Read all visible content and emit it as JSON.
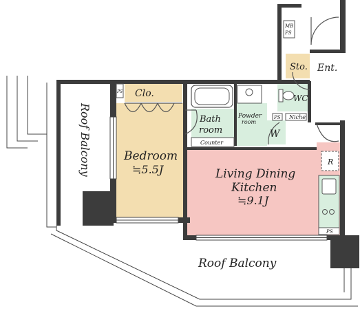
{
  "rooms": {
    "entrance": "Ent.",
    "storage": "Sto.",
    "mb_ps": [
      "MB",
      "PS"
    ],
    "closet": "Clo.",
    "bath": [
      "Bath",
      "room"
    ],
    "counter": "Counter",
    "powder": [
      "Powder",
      "room"
    ],
    "wc": "WC",
    "washer": "W",
    "niche": "Niche",
    "ps": "PS",
    "refrigerator": "R",
    "bedroom": {
      "name": "Bedroom",
      "size": "≒5.5J"
    },
    "ldk": {
      "name_line1": "Living Dining",
      "name_line2": "Kitchen",
      "size": "≒9.1J"
    }
  },
  "balconies": {
    "side": "Roof Balcony",
    "bottom": "Roof Balcony"
  },
  "colors": {
    "bedroom": "#f3deb0",
    "ldk": "#f6c6c2",
    "closet": "#f3deb0",
    "storage": "#f3deb0",
    "wet_areas": "#d8eede",
    "wall": "#3c3c3c"
  }
}
